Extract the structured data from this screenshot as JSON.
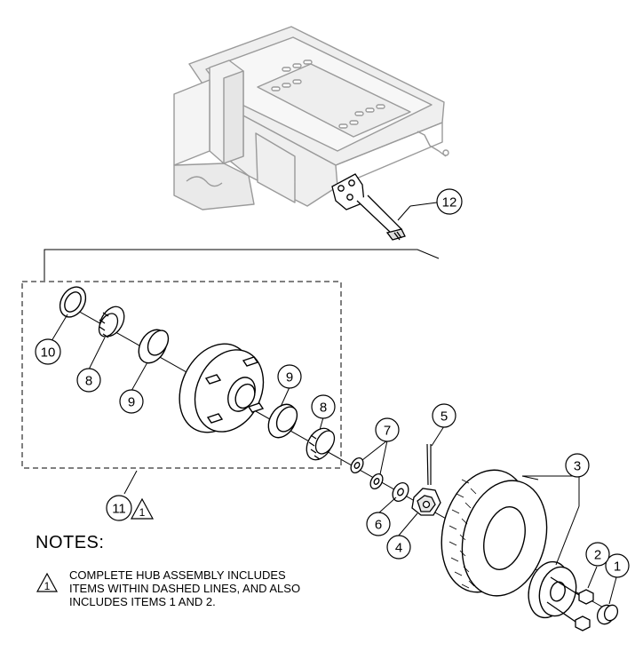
{
  "callouts": {
    "c1": "1",
    "c2": "2",
    "c3": "3",
    "c4": "4",
    "c5": "5",
    "c6": "6",
    "c7": "7",
    "c8a": "8",
    "c8b": "8",
    "c9a": "9",
    "c9b": "9",
    "c10": "10",
    "c11": "11",
    "c12": "12",
    "tri11": "1",
    "tri_note": "1"
  },
  "notes": {
    "title": "NOTES:",
    "line1": "COMPLETE HUB ASSEMBLY INCLUDES",
    "line2": "ITEMS WITHIN DASHED LINES, AND ALSO",
    "line3": "INCLUDES ITEMS 1 AND 2."
  }
}
